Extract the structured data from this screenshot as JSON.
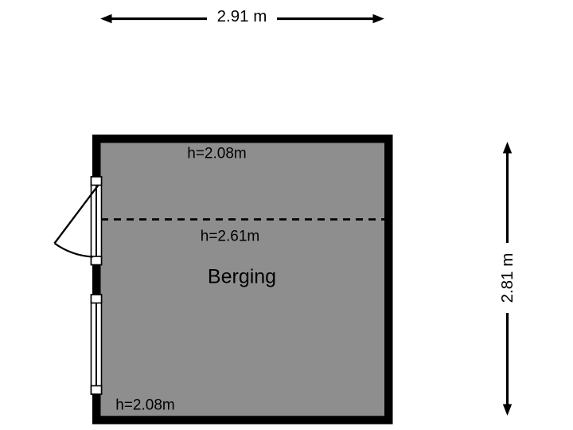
{
  "room": {
    "name": "Berging",
    "height_note_top": "h=2.08m",
    "height_note_middle": "h=2.61m",
    "height_note_bottom": "h=2.08m"
  },
  "dimensions": {
    "width": "2.91 m",
    "height": "2.81 m"
  },
  "colors": {
    "wall": "#000000",
    "floor": "#8e8e8e",
    "background": "#ffffff",
    "dimension_label_background": "#ffffff",
    "text": "#000000"
  }
}
